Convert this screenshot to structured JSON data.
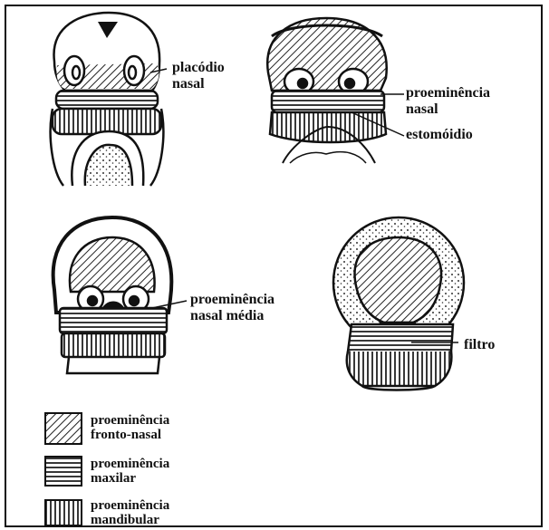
{
  "labels": {
    "placodio_nasal": [
      "placódio",
      "nasal"
    ],
    "proeminencia_nasal": [
      "proeminência",
      "nasal"
    ],
    "estomoidio": "estomóidio",
    "proeminencia_nasal_media": [
      "proeminência",
      "nasal média"
    ],
    "filtro": "filtro"
  },
  "legend": [
    {
      "pattern": "diagonal-hatch",
      "lines": [
        "proeminência",
        "fronto-nasal"
      ]
    },
    {
      "pattern": "horizontal-stripes",
      "lines": [
        "proeminência",
        "maxilar"
      ]
    },
    {
      "pattern": "vertical-stripes",
      "lines": [
        "proeminência",
        "mandibular"
      ]
    }
  ],
  "colors": {
    "ink": "#111111",
    "paper": "#ffffff"
  }
}
